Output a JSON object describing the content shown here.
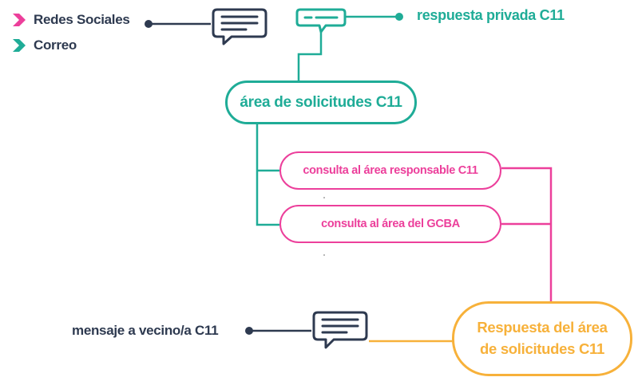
{
  "legend": {
    "items": [
      {
        "label": "Redes Sociales",
        "color": "#ec3f9b",
        "icon": "chevron-right-icon"
      },
      {
        "label": "Correo",
        "color": "#1fac97",
        "icon": "chevron-right-icon"
      }
    ]
  },
  "nodes": {
    "private_response": {
      "label": "respuesta privada C11",
      "icon": "chat-bubble-icon"
    },
    "request_area": {
      "label": "área de solicitudes C11"
    },
    "responsible_area_query": {
      "label": "consulta al área responsable C11"
    },
    "gcba_area_query": {
      "label": "consulta al área del GCBA"
    },
    "request_area_response": {
      "label": "Respuesta del área de solicitudes C11"
    },
    "neighbor_message": {
      "label": "mensaje a vecino/a C11",
      "icon": "chat-bubble-icon"
    }
  },
  "colors": {
    "navy": "#2e3a50",
    "teal": "#1fac97",
    "pink": "#ec3f9b",
    "orange": "#f7b13a"
  }
}
